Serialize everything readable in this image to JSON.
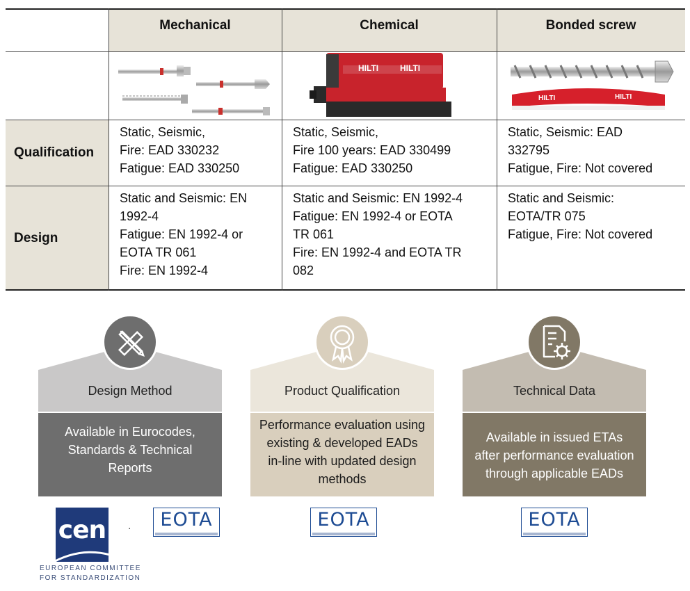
{
  "table": {
    "headers": [
      "Mechanical",
      "Chemical",
      "Bonded screw"
    ],
    "rows": [
      {
        "label": "Qualification",
        "cells": [
          [
            "Static, Seismic,",
            "Fire: EAD 330232",
            "Fatigue: EAD 330250"
          ],
          [
            "Static, Seismic,",
            "Fire 100 years: EAD 330499",
            "Fatigue: EAD 330250"
          ],
          [
            "Static, Seismic: EAD",
            "332795",
            "Fatigue, Fire: Not covered"
          ]
        ]
      },
      {
        "label": "Design",
        "cells": [
          [
            "Static and Seismic: EN",
            "1992-4",
            "Fatigue: EN 1992-4 or",
            "EOTA TR 061",
            "Fire: EN 1992-4"
          ],
          [
            "Static and Seismic: EN 1992-4",
            "Fatigue: EN 1992-4 or EOTA",
            "TR 061",
            "Fire: EN 1992-4 and EOTA TR",
            "082"
          ],
          [
            "Static and Seismic:",
            "EOTA/TR 075",
            "Fatigue, Fire: Not covered"
          ]
        ]
      }
    ],
    "product_brand": "HILTI"
  },
  "pillars": [
    {
      "title": "Design Method",
      "body": [
        "Available in Eurocodes,",
        "Standards & Technical",
        "Reports"
      ],
      "icon": "pencil-ruler-icon",
      "roof_color": "#c9c8c8",
      "box_color": "#6e6e6e",
      "box_text_color": "#ffffff",
      "badge_color": "#6e6e6e"
    },
    {
      "title": "Product Qualification",
      "body": [
        "Performance evaluation using",
        "existing & developed EADs",
        "in-line with updated design",
        "methods"
      ],
      "icon": "award-ribbon-icon",
      "roof_color": "#ebe6db",
      "box_color": "#d9cfbd",
      "box_text_color": "#1a1a1a",
      "badge_color": "#d9cfbd"
    },
    {
      "title": "Technical Data",
      "body": [
        "Available in issued ETAs",
        "after performance evaluation",
        "through applicable EADs"
      ],
      "icon": "document-gear-icon",
      "roof_color": "#c3bcb1",
      "box_color": "#817866",
      "box_text_color": "#ffffff",
      "badge_color": "#817866"
    }
  ],
  "logos": {
    "cen_mark": "cen",
    "cen_name": [
      "EUROPEAN COMMITTEE",
      "FOR STANDARDIZATION"
    ],
    "eota_mark": "EOTA",
    "separator": "."
  }
}
